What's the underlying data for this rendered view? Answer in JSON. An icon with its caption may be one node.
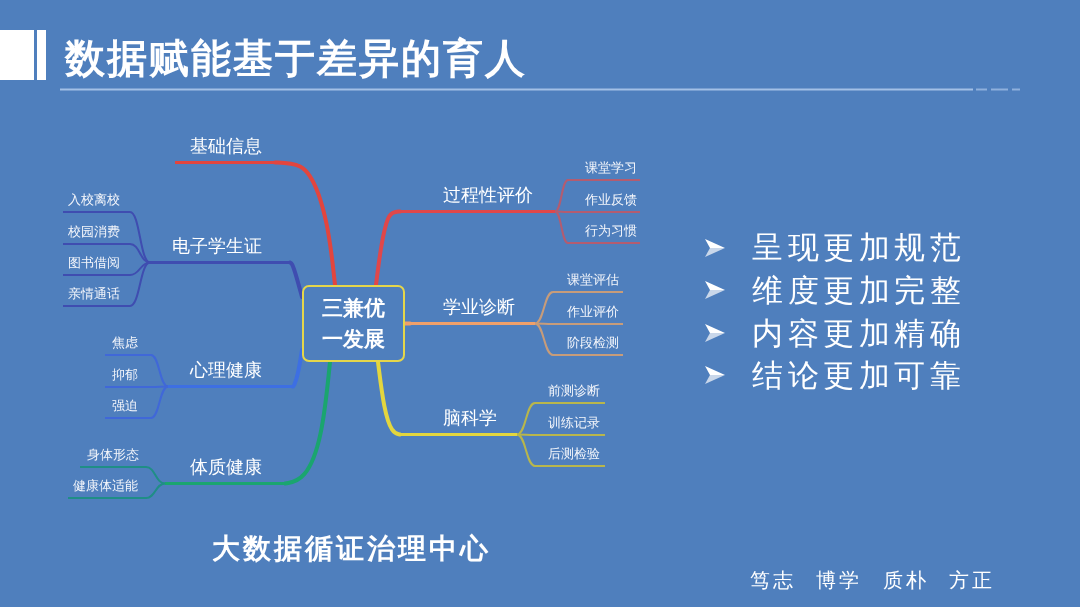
{
  "diagram": {
    "title": "数据赋能基于差异的育人",
    "nodes": [
      {
        "text": [
          "三兼优一发展"
        ]
      },
      {
        "text": [
          "基础信息"
        ]
      },
      {
        "text": [
          "电子学生证"
        ]
      },
      {
        "text": [
          "入校离校"
        ]
      },
      {
        "text": [
          "校园消费"
        ]
      },
      {
        "text": [
          "图书借阅"
        ]
      },
      {
        "text": [
          "亲情通话"
        ]
      },
      {
        "text": [
          "心理健康"
        ]
      },
      {
        "text": [
          "焦虑"
        ]
      },
      {
        "text": [
          "抑郁"
        ]
      },
      {
        "text": [
          "强迫"
        ]
      },
      {
        "text": [
          "体质健康"
        ]
      },
      {
        "text": [
          "身体形态"
        ]
      },
      {
        "text": [
          "健康体适能"
        ]
      },
      {
        "text": [
          "过程性评价"
        ]
      },
      {
        "text": [
          "课堂学习"
        ]
      },
      {
        "text": [
          "作业反馈"
        ]
      },
      {
        "text": [
          "行为习惯"
        ]
      },
      {
        "text": [
          "学业诊断"
        ]
      },
      {
        "text": [
          "课堂评估"
        ]
      },
      {
        "text": [
          "作业评价"
        ]
      },
      {
        "text": [
          "阶段检测"
        ]
      },
      {
        "text": [
          "脑科学"
        ]
      },
      {
        "text": [
          "前测诊断"
        ]
      },
      {
        "text": [
          "训练记录"
        ]
      },
      {
        "text": [
          "后测检验"
        ]
      }
    ],
    "edges": [
      {
        "from": 0,
        "to": 1,
        "arrow": "none",
        "style": "thick",
        "color": "#e2453e"
      },
      {
        "from": 0,
        "to": 2,
        "arrow": "none",
        "style": "thick",
        "color": "#3f4db0"
      },
      {
        "from": 2,
        "to": 3,
        "arrow": "none",
        "color": "#3f4db0"
      },
      {
        "from": 2,
        "to": 4,
        "arrow": "none",
        "color": "#3f4db0"
      },
      {
        "from": 2,
        "to": 5,
        "arrow": "none",
        "color": "#3f4db0"
      },
      {
        "from": 2,
        "to": 6,
        "arrow": "none",
        "color": "#3f4db0"
      },
      {
        "from": 0,
        "to": 7,
        "arrow": "none",
        "style": "thick",
        "color": "#3d6fe3"
      },
      {
        "from": 7,
        "to": 8,
        "arrow": "none",
        "color": "#4068d8"
      },
      {
        "from": 7,
        "to": 9,
        "arrow": "none",
        "color": "#4068d8"
      },
      {
        "from": 7,
        "to": 10,
        "arrow": "none",
        "color": "#4068d8"
      },
      {
        "from": 0,
        "to": 11,
        "arrow": "none",
        "style": "thick",
        "color": "#1aa56f"
      },
      {
        "from": 11,
        "to": 12,
        "arrow": "none",
        "color": "#1f8e86"
      },
      {
        "from": 11,
        "to": 13,
        "arrow": "none",
        "color": "#1f8e86"
      },
      {
        "from": 0,
        "to": 14,
        "arrow": "none",
        "style": "thick",
        "color": "#e0474a"
      },
      {
        "from": 14,
        "to": 15,
        "arrow": "none",
        "color": "#b35c70"
      },
      {
        "from": 14,
        "to": 16,
        "arrow": "none",
        "color": "#b35c70"
      },
      {
        "from": 14,
        "to": 17,
        "arrow": "none",
        "color": "#b35c70"
      },
      {
        "from": 0,
        "to": 18,
        "arrow": "none",
        "style": "thick",
        "color": "#f0a06a"
      },
      {
        "from": 18,
        "to": 19,
        "arrow": "none",
        "color": "#c79c7a"
      },
      {
        "from": 18,
        "to": 20,
        "arrow": "none",
        "color": "#c79c7a"
      },
      {
        "from": 18,
        "to": 21,
        "arrow": "none",
        "color": "#c79c7a"
      },
      {
        "from": 0,
        "to": 22,
        "arrow": "none",
        "style": "thick",
        "color": "#e3d63e"
      },
      {
        "from": 22,
        "to": 23,
        "arrow": "none",
        "color": "#b8b64c"
      },
      {
        "from": 22,
        "to": 24,
        "arrow": "none",
        "color": "#b8b64c"
      },
      {
        "from": 22,
        "to": 25,
        "arrow": "none",
        "color": "#b8b64c"
      }
    ],
    "labels": [
      "呈现更加规范",
      "维度更加完整",
      "内容更加精确",
      "结论更加可靠",
      "大数据循证治理中心",
      "笃志 博学 质朴 方正"
    ]
  }
}
